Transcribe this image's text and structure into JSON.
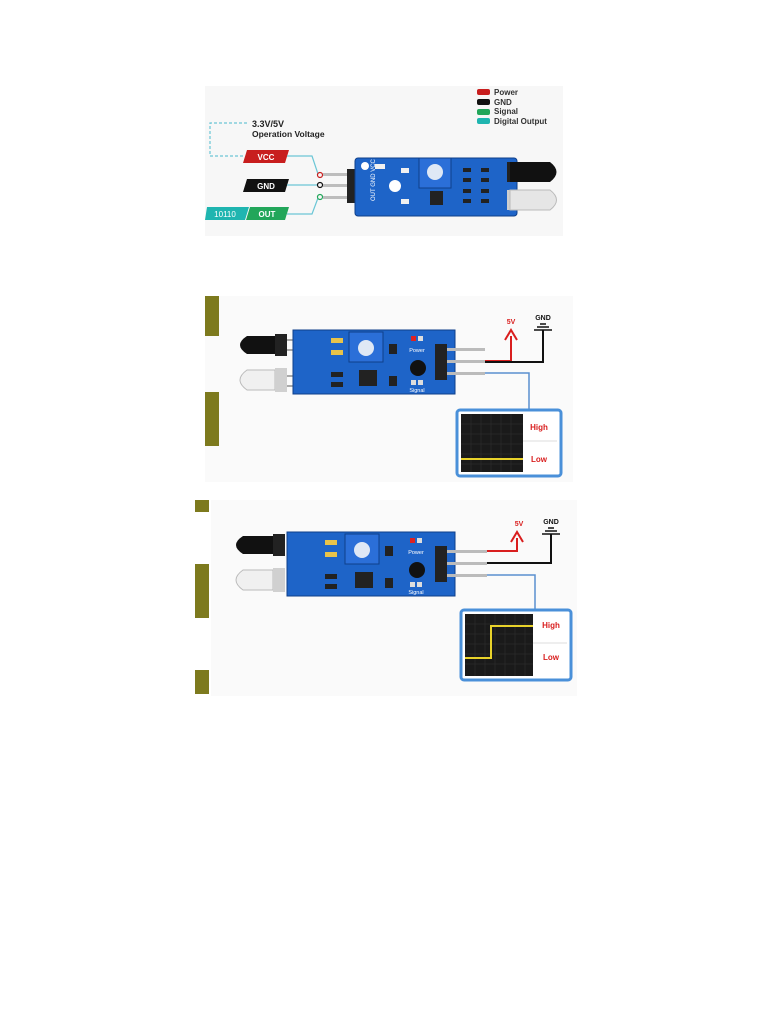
{
  "top_diagram": {
    "legend": [
      {
        "label": "Power",
        "color": "#c81e1e"
      },
      {
        "label": "GND",
        "color": "#111111"
      },
      {
        "label": "Signal",
        "color": "#22a65a"
      },
      {
        "label": "Digital Output",
        "color": "#1fb5b0"
      }
    ],
    "voltage_line1": "3.3V/5V",
    "voltage_line2": "Operation Voltage",
    "pins": [
      {
        "label": "VCC",
        "color": "#c81e1e"
      },
      {
        "label": "GND",
        "color": "#111111"
      },
      {
        "label": "OUT",
        "color": "#22a65a"
      }
    ],
    "digital_tag": "10110",
    "board_pin_labels": "OUT GND VCC"
  },
  "middle_diagram": {
    "supply_label": "5V",
    "ground_label": "GND",
    "power_led_label": "Power",
    "signal_led_label": "Signal",
    "scope_high": "High",
    "scope_low": "Low",
    "output_level": "low"
  },
  "bottom_diagram": {
    "supply_label": "5V",
    "ground_label": "GND",
    "power_led_label": "Power",
    "signal_led_label": "Signal",
    "scope_high": "High",
    "scope_low": "Low",
    "output_level": "low-to-high"
  },
  "colors": {
    "accent_olive": "#7d7a1e",
    "board_blue": "#1e64c8",
    "scope_border": "#4a90d9",
    "wire_red": "#d91e1e",
    "wire_blue": "#5a8fd0",
    "signal_yellow": "#e8d22a"
  }
}
